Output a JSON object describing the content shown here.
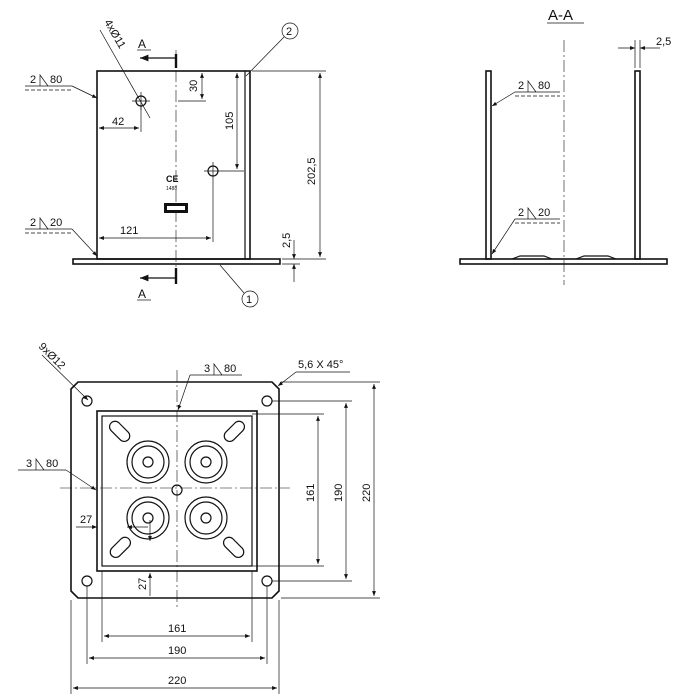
{
  "labels": {
    "section_title": "A-A",
    "section_mark_top": "A",
    "section_mark_bottom": "A",
    "item1": "1",
    "item2": "2",
    "holes_top": "4xØ11",
    "holes_base": "9xØ12",
    "weld_top_left_num": "2",
    "weld_top_left_len": "80",
    "weld_bottom_left_num": "2",
    "weld_bottom_left_len": "20",
    "weld_sec_top_num": "2",
    "weld_sec_top_len": "80",
    "weld_sec_bottom_num": "2",
    "weld_sec_bottom_len": "20",
    "weld_plan_top_num": "3",
    "weld_plan_top_len": "80",
    "weld_plan_left_num": "3",
    "weld_plan_left_len": "80",
    "chamfer": "5,6 X 45°",
    "ce_mark": "CE",
    "ce_number": "1488"
  },
  "dims": {
    "d30": "30",
    "d42": "42",
    "d105": "105",
    "d202_5": "202,5",
    "d121": "121",
    "d2_5_front": "2,5",
    "d2_5_sec": "2,5",
    "d27_h": "27",
    "d27_v": "27",
    "d161_h": "161",
    "d190_h": "190",
    "d220_h": "220",
    "d161_v": "161",
    "d190_v": "190",
    "d220_v": "220"
  }
}
